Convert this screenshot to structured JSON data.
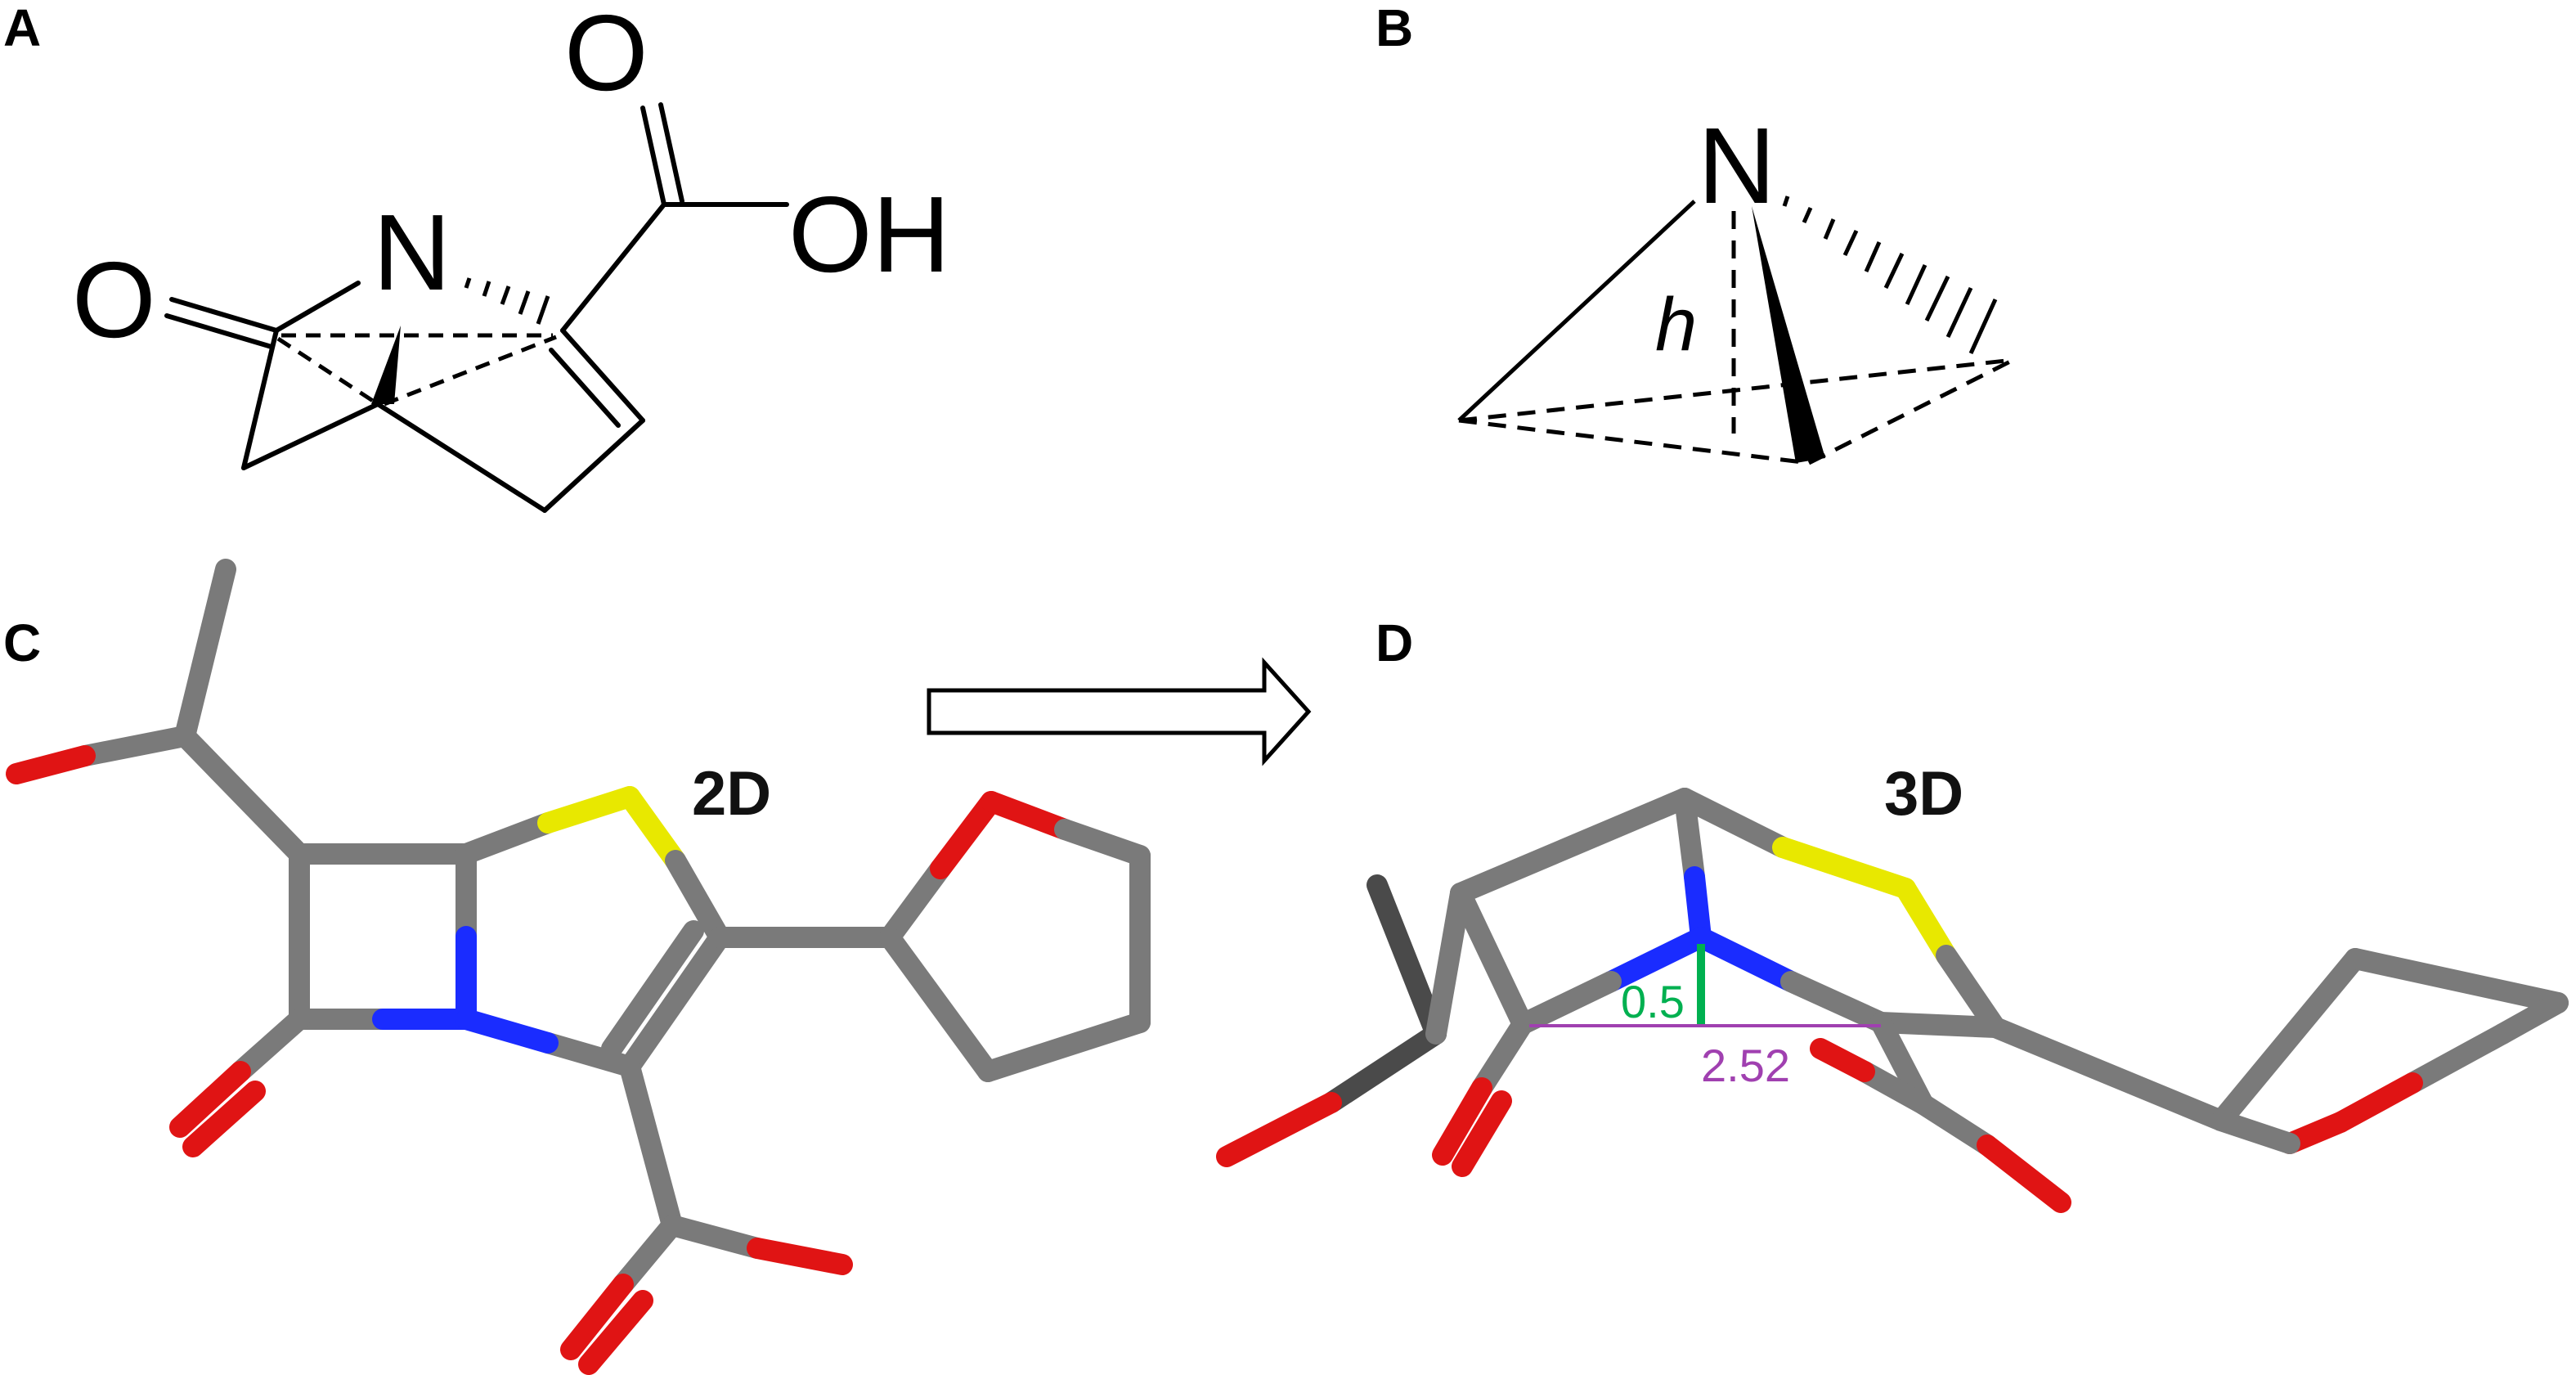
{
  "panels": {
    "a": "A",
    "b": "B",
    "c": "C",
    "d": "D"
  },
  "structure_a": {
    "atom_n": "N",
    "atom_o_carbonyl": "O",
    "atom_o_acid": "O",
    "group_oh": "OH"
  },
  "pyramid_b": {
    "apex": "N",
    "height_label": "h"
  },
  "model_c": {
    "label": "2D"
  },
  "model_d": {
    "label": "3D",
    "height_value": "0.5",
    "distance_value": "2.52"
  },
  "colors": {
    "carbon": "#7a7a7a",
    "carbon_dark": "#4a4a4a",
    "nitrogen": "#1a2cff",
    "oxygen": "#e01414",
    "sulfur": "#e8e800",
    "height_measure": "#00b050",
    "distance_measure": "#a040b0",
    "line": "#000000"
  }
}
